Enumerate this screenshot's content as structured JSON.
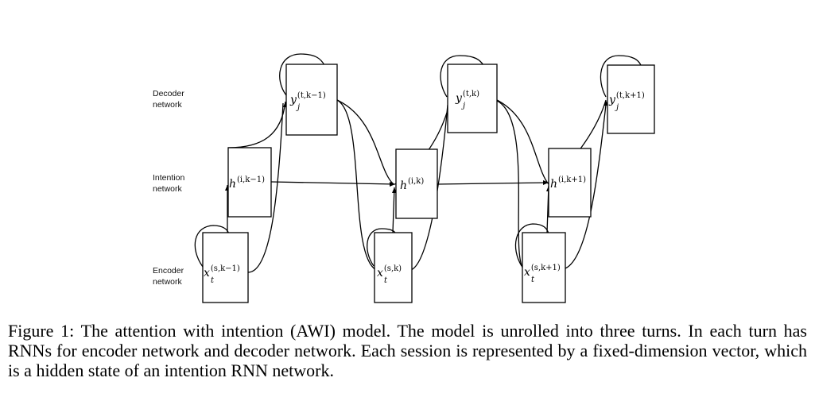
{
  "row_labels": {
    "decoder": [
      "Decoder",
      "network"
    ],
    "intention": [
      "Intention",
      "network"
    ],
    "encoder": [
      "Encoder",
      "network"
    ]
  },
  "turns": [
    {
      "decoder": {
        "var": "y",
        "sub": "j",
        "sup": "(t,k−1)"
      },
      "intention": {
        "var": "h",
        "sup": "(i,k−1)"
      },
      "encoder": {
        "var": "x",
        "sub": "t",
        "sup": "(s,k−1)"
      }
    },
    {
      "decoder": {
        "var": "y",
        "sub": "j",
        "sup": "(t,k)"
      },
      "intention": {
        "var": "h",
        "sup": "(i,k)"
      },
      "encoder": {
        "var": "x",
        "sub": "t",
        "sup": "(s,k)"
      }
    },
    {
      "decoder": {
        "var": "y",
        "sub": "j",
        "sup": "(t,k+1)"
      },
      "intention": {
        "var": "h",
        "sup": "(i,k+1)"
      },
      "encoder": {
        "var": "x",
        "sub": "t",
        "sup": "(s,k+1)"
      }
    }
  ],
  "caption": {
    "label": "Figure 1:",
    "text": "The attention with intention (AWI) model.  The model is unrolled into three turns.  In each turn has RNNs for encoder network and decoder network.  Each session is represented by a fixed-dimension vector, which is a hidden state of an intention RNN network."
  }
}
